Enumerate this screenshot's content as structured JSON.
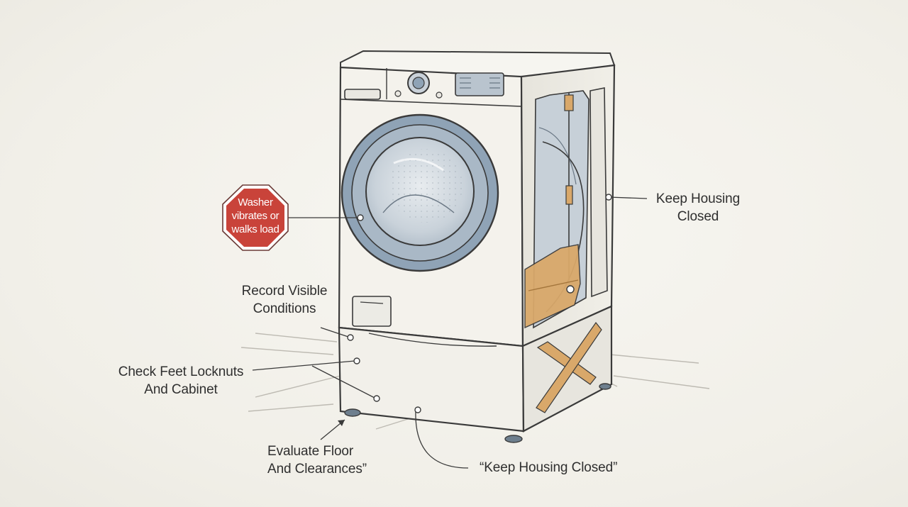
{
  "stop_sign": {
    "lines": [
      "Washer",
      "vibrates or",
      "walks load"
    ],
    "color": "#c9433a"
  },
  "callouts": {
    "keep_housing_side": {
      "lines": [
        "Keep Housing",
        "Closed"
      ]
    },
    "record_conditions": {
      "lines": [
        "Record Visible",
        "Conditions"
      ]
    },
    "check_feet": {
      "lines": [
        "Check Feet Locknuts",
        "And Cabinet"
      ]
    },
    "evaluate_floor": {
      "lines": [
        "Evaluate Floor",
        "And Clearances”"
      ]
    },
    "keep_housing_bottom": {
      "text": "“Keep Housing Closed”"
    }
  },
  "colors": {
    "washer_body": "#f4f2ec",
    "door_ring": "#8fa3b6",
    "strap": "#d9a86a",
    "ink": "#3a3a3a"
  }
}
